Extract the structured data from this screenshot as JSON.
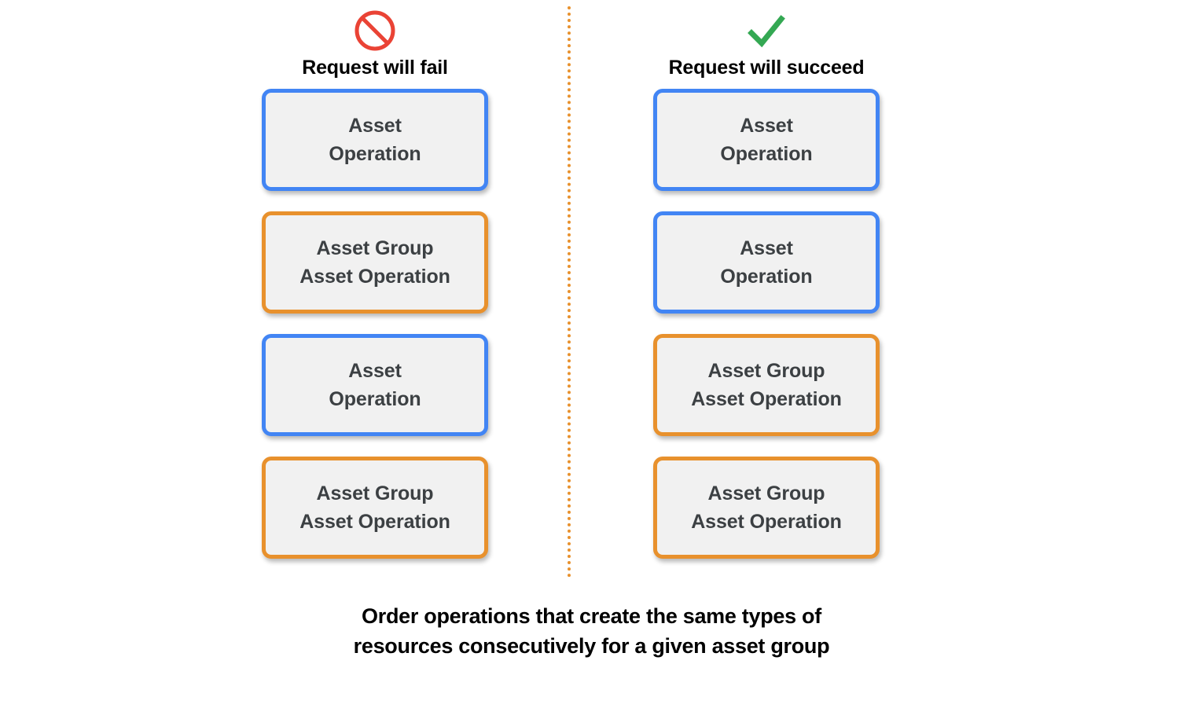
{
  "colors": {
    "blue_border": "#4285F4",
    "orange_border": "#E8912D",
    "box_fill": "#F1F1F1",
    "box_text": "#3C4043",
    "fail_icon": "#EA4335",
    "success_icon": "#34A853",
    "divider": "#E8912D",
    "background": "#FFFFFF"
  },
  "columns": [
    {
      "id": "fail",
      "icon": "prohibition-icon",
      "title": "Request will fail",
      "boxes": [
        {
          "type": "blue",
          "line1": "Asset",
          "line2": "Operation"
        },
        {
          "type": "orange",
          "line1": "Asset Group",
          "line2": "Asset Operation"
        },
        {
          "type": "blue",
          "line1": "Asset",
          "line2": "Operation"
        },
        {
          "type": "orange",
          "line1": "Asset Group",
          "line2": "Asset Operation"
        }
      ]
    },
    {
      "id": "succeed",
      "icon": "checkmark-icon",
      "title": "Request will succeed",
      "boxes": [
        {
          "type": "blue",
          "line1": "Asset",
          "line2": "Operation"
        },
        {
          "type": "blue",
          "line1": "Asset",
          "line2": "Operation"
        },
        {
          "type": "orange",
          "line1": "Asset Group",
          "line2": "Asset Operation"
        },
        {
          "type": "orange",
          "line1": "Asset Group",
          "line2": "Asset Operation"
        }
      ]
    }
  ],
  "caption": {
    "line1": "Order operations that create the same types of",
    "line2": "resources consecutively for a given asset group"
  }
}
